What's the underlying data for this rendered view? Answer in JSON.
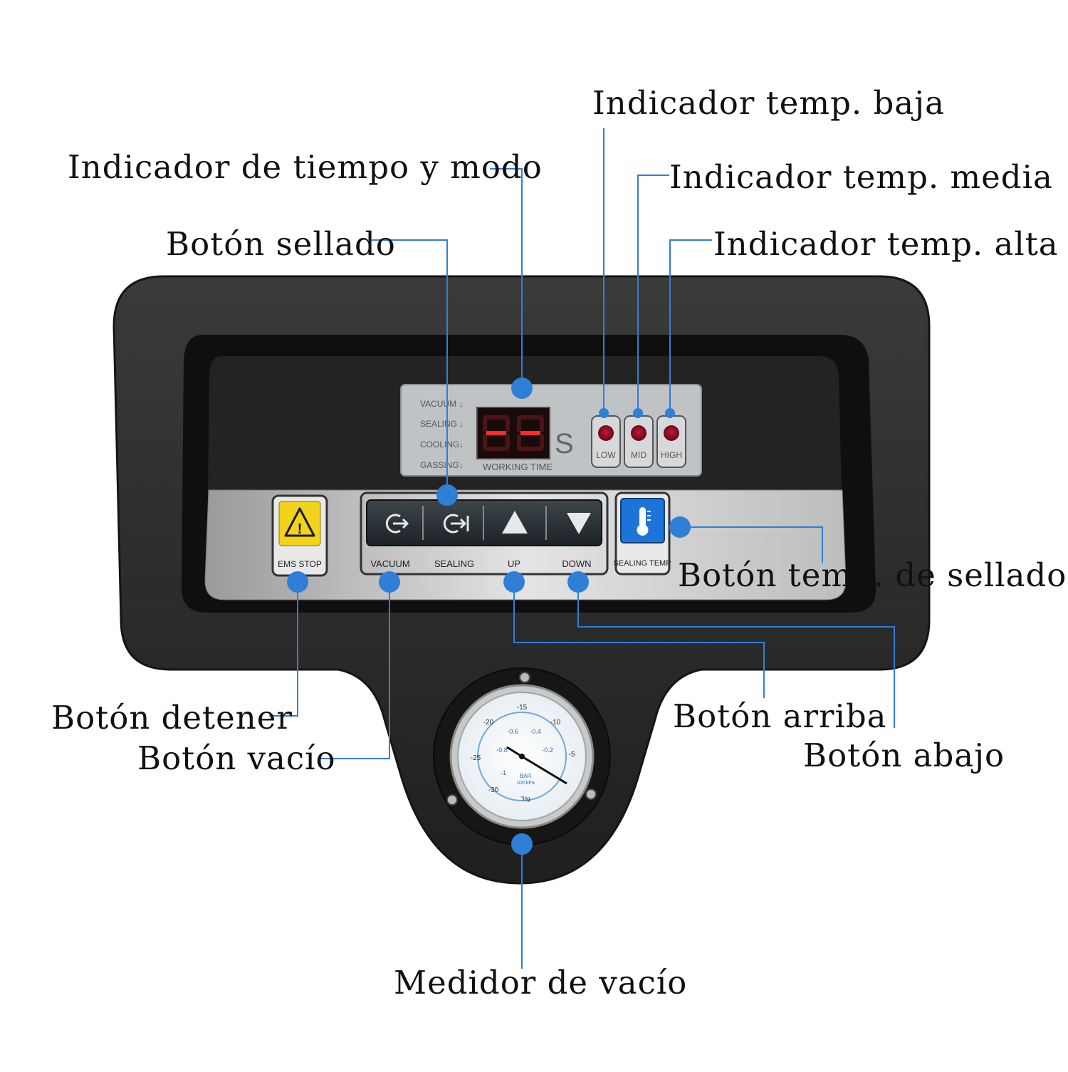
{
  "callouts": {
    "mode_time": "Indicador de tiempo y modo",
    "seal_btn": "Botón sellado",
    "temp_low": "Indicador temp. baja",
    "temp_mid": "Indicador temp. media",
    "temp_high": "Indicador temp. alta",
    "seal_temp_btn": "Botón temp. de sellado",
    "stop_btn": "Botón detener",
    "vacuum_btn": "Botón vacío",
    "up_btn": "Botón arriba",
    "down_btn": "Botón abajo",
    "gauge": "Medidor de vacío"
  },
  "panel": {
    "modes": [
      "VACUUM",
      "SEALING",
      "COOLING",
      "GASSING"
    ],
    "display_value": "--",
    "display_unit": "S",
    "working_time": "WORKING TIME",
    "temp_levels": [
      "LOW",
      "MID",
      "HIGH"
    ],
    "ems_stop": "EMS STOP",
    "keys": [
      "VACUUM",
      "SEALING",
      "UP",
      "DOWN"
    ],
    "sealing_temp": "SEALING TEMP"
  },
  "gauge": {
    "outer_scale": [
      "-30",
      "-25",
      "-20",
      "-15",
      "-10",
      "-5"
    ],
    "inner_scale": [
      "-1",
      "-0.8",
      "-0.6",
      "-0.4",
      "-0.2"
    ],
    "unit_bar": "BAR",
    "unit_kpa": "100 kPa",
    "unit_hg": "\"Hg"
  },
  "colors": {
    "accent": "#2f7fd6",
    "led_red": "#ff2a2a",
    "housing": "#2b2b2b",
    "key_blue": "#1e73d8",
    "warning_yellow": "#f2d21b"
  }
}
